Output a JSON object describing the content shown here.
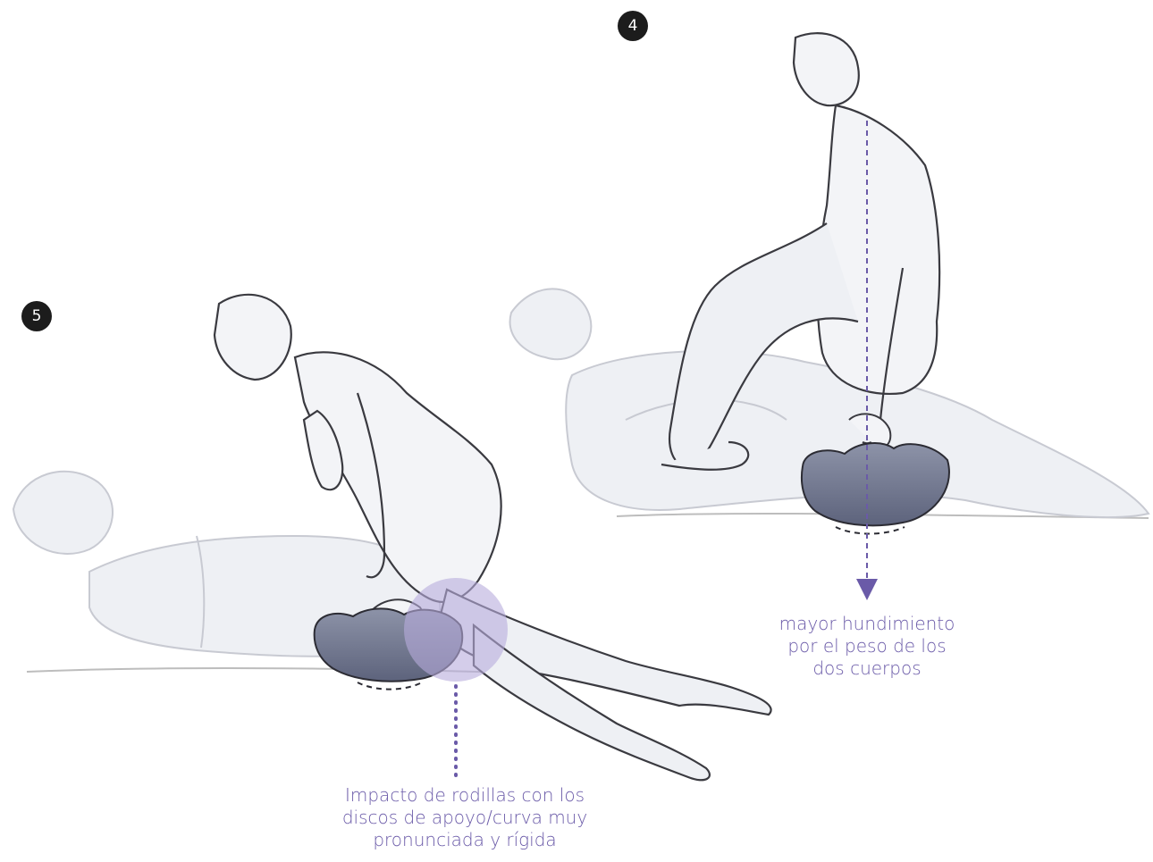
{
  "figures": [
    {
      "number": "4",
      "label": "figure-4"
    },
    {
      "number": "5",
      "label": "figure-5"
    }
  ],
  "annotations": {
    "sinking": {
      "lines": [
        "mayor hundimiento",
        "por el peso de los",
        "dos cuerpos"
      ]
    },
    "knee_impact": {
      "lines": [
        "Impacto de rodillas con los",
        "discos de apoyo/curva muy",
        "pronunciada y rígida"
      ]
    }
  },
  "colors": {
    "accent": "#6a5aa8",
    "highlight": "#b7acdc",
    "cushion": "#6f7690",
    "badge": "#1c1c1c"
  }
}
